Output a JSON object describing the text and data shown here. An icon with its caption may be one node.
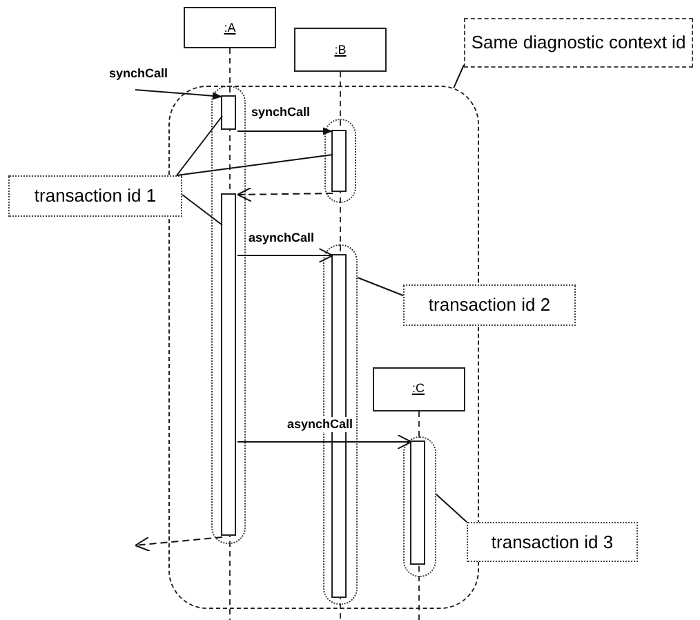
{
  "diagram": {
    "nodes": [
      {
        "text": [
          ":A"
        ]
      },
      {
        "text": [
          ":B"
        ]
      },
      {
        "text": [
          "Same diagnostic context id"
        ]
      },
      {
        "text": [],
        "shape": "box"
      },
      {
        "text": [],
        "shape": "box",
        "in": 3
      },
      {
        "text": [],
        "shape": "bar",
        "in": 4
      },
      {
        "text": [],
        "shape": "bar",
        "in": 4
      },
      {
        "text": [],
        "shape": "box",
        "in": 3
      },
      {
        "text": [],
        "shape": "bar",
        "in": 7
      },
      {
        "text": [],
        "shape": "box",
        "in": 3
      },
      {
        "text": [],
        "shape": "bar",
        "in": 9
      },
      {
        "text": [
          "transaction id 1"
        ]
      },
      {
        "text": [
          "transaction id 2"
        ]
      },
      {
        "text": [
          ":C"
        ],
        "in": 3
      },
      {
        "text": [],
        "shape": "box",
        "in": 3
      },
      {
        "text": [],
        "shape": "bar",
        "in": 14
      },
      {
        "text": [
          "transaction id 3"
        ]
      }
    ],
    "edges": [
      {
        "from": null,
        "to": 5,
        "arrow": "to",
        "label": "synchCall"
      },
      {
        "from": 5,
        "to": 8,
        "arrow": "to",
        "label": "synchCall"
      },
      {
        "from": 8,
        "to": 6,
        "arrow": "to",
        "style": "dashed"
      },
      {
        "from": 6,
        "to": 10,
        "arrow": "to",
        "label": "asynchCall"
      },
      {
        "from": 6,
        "to": 15,
        "arrow": "to",
        "label": "asynchCall"
      },
      {
        "from": 6,
        "to": null,
        "arrow": "to",
        "style": "dashed"
      },
      {
        "from": 2,
        "to": 3,
        "arrow": "none"
      },
      {
        "from": 11,
        "to": 5,
        "arrow": "none"
      },
      {
        "from": 11,
        "to": 8,
        "arrow": "none"
      },
      {
        "from": 11,
        "to": 6,
        "arrow": "none"
      },
      {
        "from": 12,
        "to": 9,
        "arrow": "none"
      },
      {
        "from": 16,
        "to": 14,
        "arrow": "none"
      }
    ]
  }
}
